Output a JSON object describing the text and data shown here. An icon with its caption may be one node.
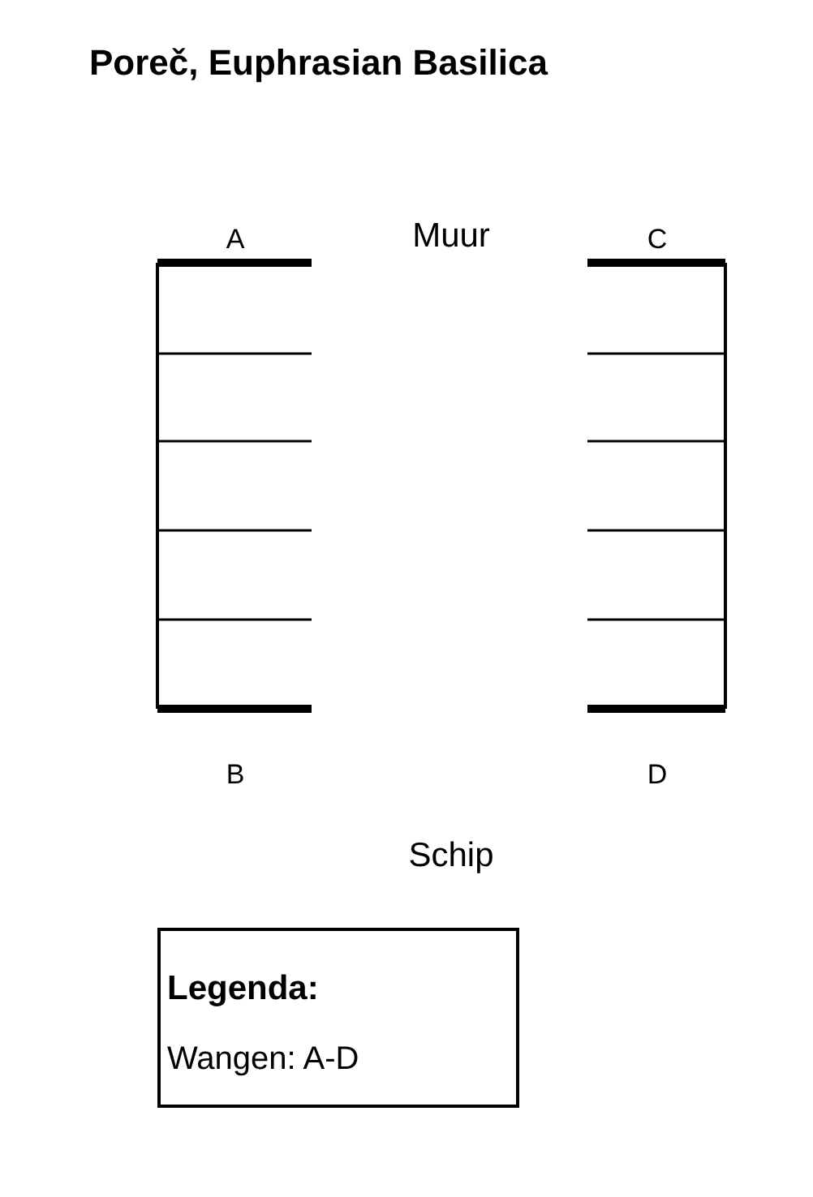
{
  "diagram": {
    "title": "Poreč, Euphrasian Basilica",
    "nodes": [
      {
        "text": [
          "Legenda:",
          "Wangen: A-D"
        ]
      }
    ],
    "labels": [
      "A",
      "Muur",
      "C",
      "B",
      "D",
      "Schip"
    ]
  }
}
